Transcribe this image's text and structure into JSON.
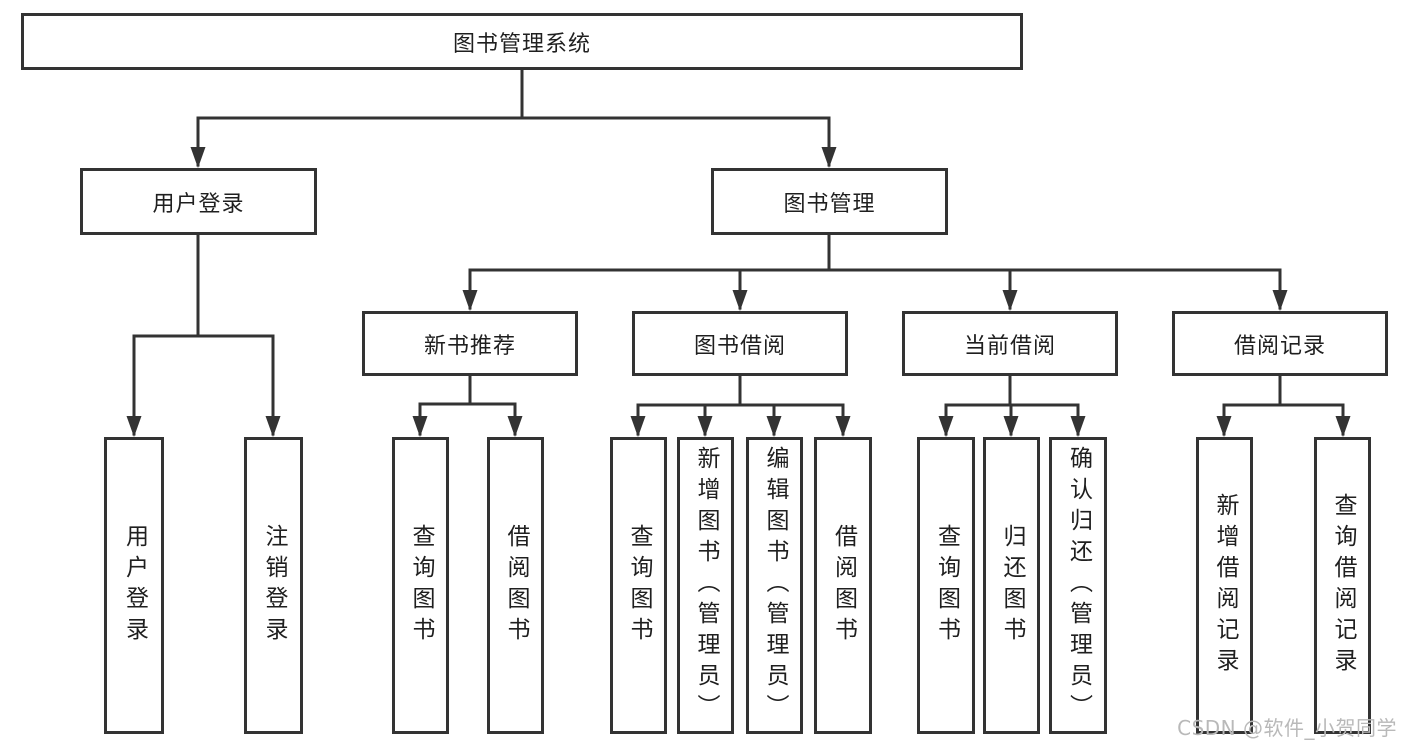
{
  "diagram": {
    "title_node": "图书管理系统",
    "level2": {
      "user_login": "用户登录",
      "book_mgmt": "图书管理"
    },
    "level3": {
      "new_book_recommend": "新书推荐",
      "book_borrow": "图书借阅",
      "current_borrow": "当前借阅",
      "borrow_record": "借阅记录"
    },
    "leaves": {
      "user_login": [
        "用户登录",
        "注销登录"
      ],
      "new_book_recommend": [
        "查询图书",
        "借阅图书"
      ],
      "book_borrow": [
        "查询图书",
        "新增图书（管理员）",
        "编辑图书（管理员）",
        "借阅图书"
      ],
      "current_borrow": [
        "查询图书",
        "归还图书",
        "确认归还（管理员）"
      ],
      "borrow_record": [
        "新增借阅记录",
        "查询借阅记录"
      ]
    },
    "colors": {
      "line": "#333333",
      "text": "#1f1f1f",
      "watermark": "#b9b9b9",
      "background": "#ffffff"
    },
    "watermark": "CSDN @软件_小贺同学"
  }
}
